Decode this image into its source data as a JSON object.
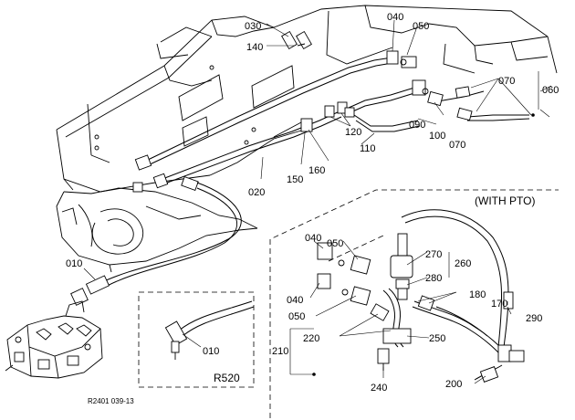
{
  "labels": {
    "p010a": "010",
    "p010b": "010",
    "p020": "020",
    "p030": "030",
    "p040a": "040",
    "p040b": "040",
    "p040c": "040",
    "p050a": "050",
    "p050b": "050",
    "p050c": "050",
    "p060": "060",
    "p070a": "070",
    "p070b": "070",
    "p090": "090",
    "p100": "100",
    "p110": "110",
    "p120": "120",
    "p140": "140",
    "p150": "150",
    "p160": "160",
    "p170": "170",
    "p180": "180",
    "p200": "200",
    "p210": "210",
    "p220": "220",
    "p240": "240",
    "p250": "250",
    "p260": "260",
    "p270": "270",
    "p280": "280",
    "p290": "290"
  },
  "captions": {
    "with_pto": "(WITH PTO)",
    "model": "R520",
    "drawing_ref": "R2401 039-13"
  }
}
